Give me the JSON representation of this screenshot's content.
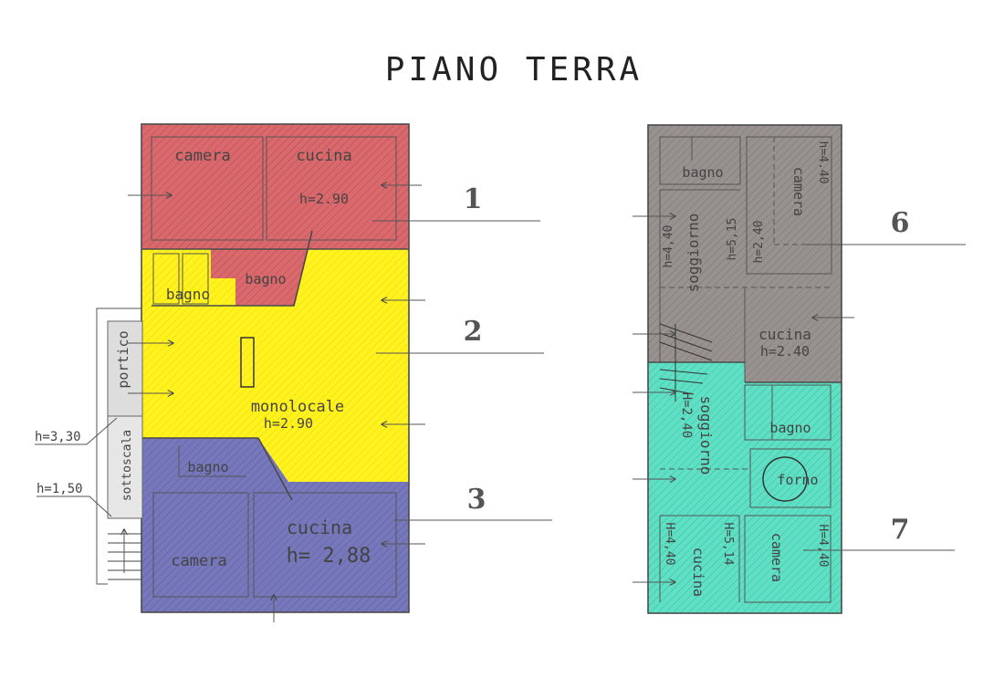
{
  "title": "PIANO TERRA",
  "colors": {
    "unit1": "#d9696c",
    "unit2": "#fff21f",
    "unit3": "#7777bb",
    "unit6": "#979190",
    "unit7": "#5fe0c4",
    "portico": "#dddddd",
    "wall": "#4a4a4a"
  },
  "left_building": {
    "unit1": {
      "number": "1",
      "camera": "camera",
      "cucina": "cucina",
      "height": "h=2.90"
    },
    "unit2": {
      "number": "2",
      "bagno_small": "bagno",
      "bagno": "bagno",
      "monolocale": "monolocale",
      "height": "h=2.90"
    },
    "unit3": {
      "number": "3",
      "bagno": "bagno",
      "cucina": "cucina",
      "height": "h= 2,88",
      "camera": "camera"
    },
    "portico": "portico",
    "sottoscala": "sottoscala",
    "dim_h330": "h=3,30",
    "dim_h150": "h=1,50"
  },
  "right_building": {
    "unit6": {
      "number": "6",
      "bagno": "bagno",
      "camera": "camera",
      "h_camera": "h=4.40",
      "h_440": "h=4,40",
      "soggiorno": "soggiorno",
      "h_515": "h=5,15",
      "h_240": "h=2,40",
      "cucina": "cucina",
      "h_cucina": "h=2.40"
    },
    "unit7": {
      "number": "7",
      "h_stair": "H=2,40",
      "soggiorno": "soggiorno",
      "bagno": "bagno",
      "forno": "forno",
      "h_440a": "H=4,40",
      "h_514": "H=5,14",
      "cucina": "cucina",
      "camera": "camera",
      "h_440b": "H=4,40"
    }
  }
}
